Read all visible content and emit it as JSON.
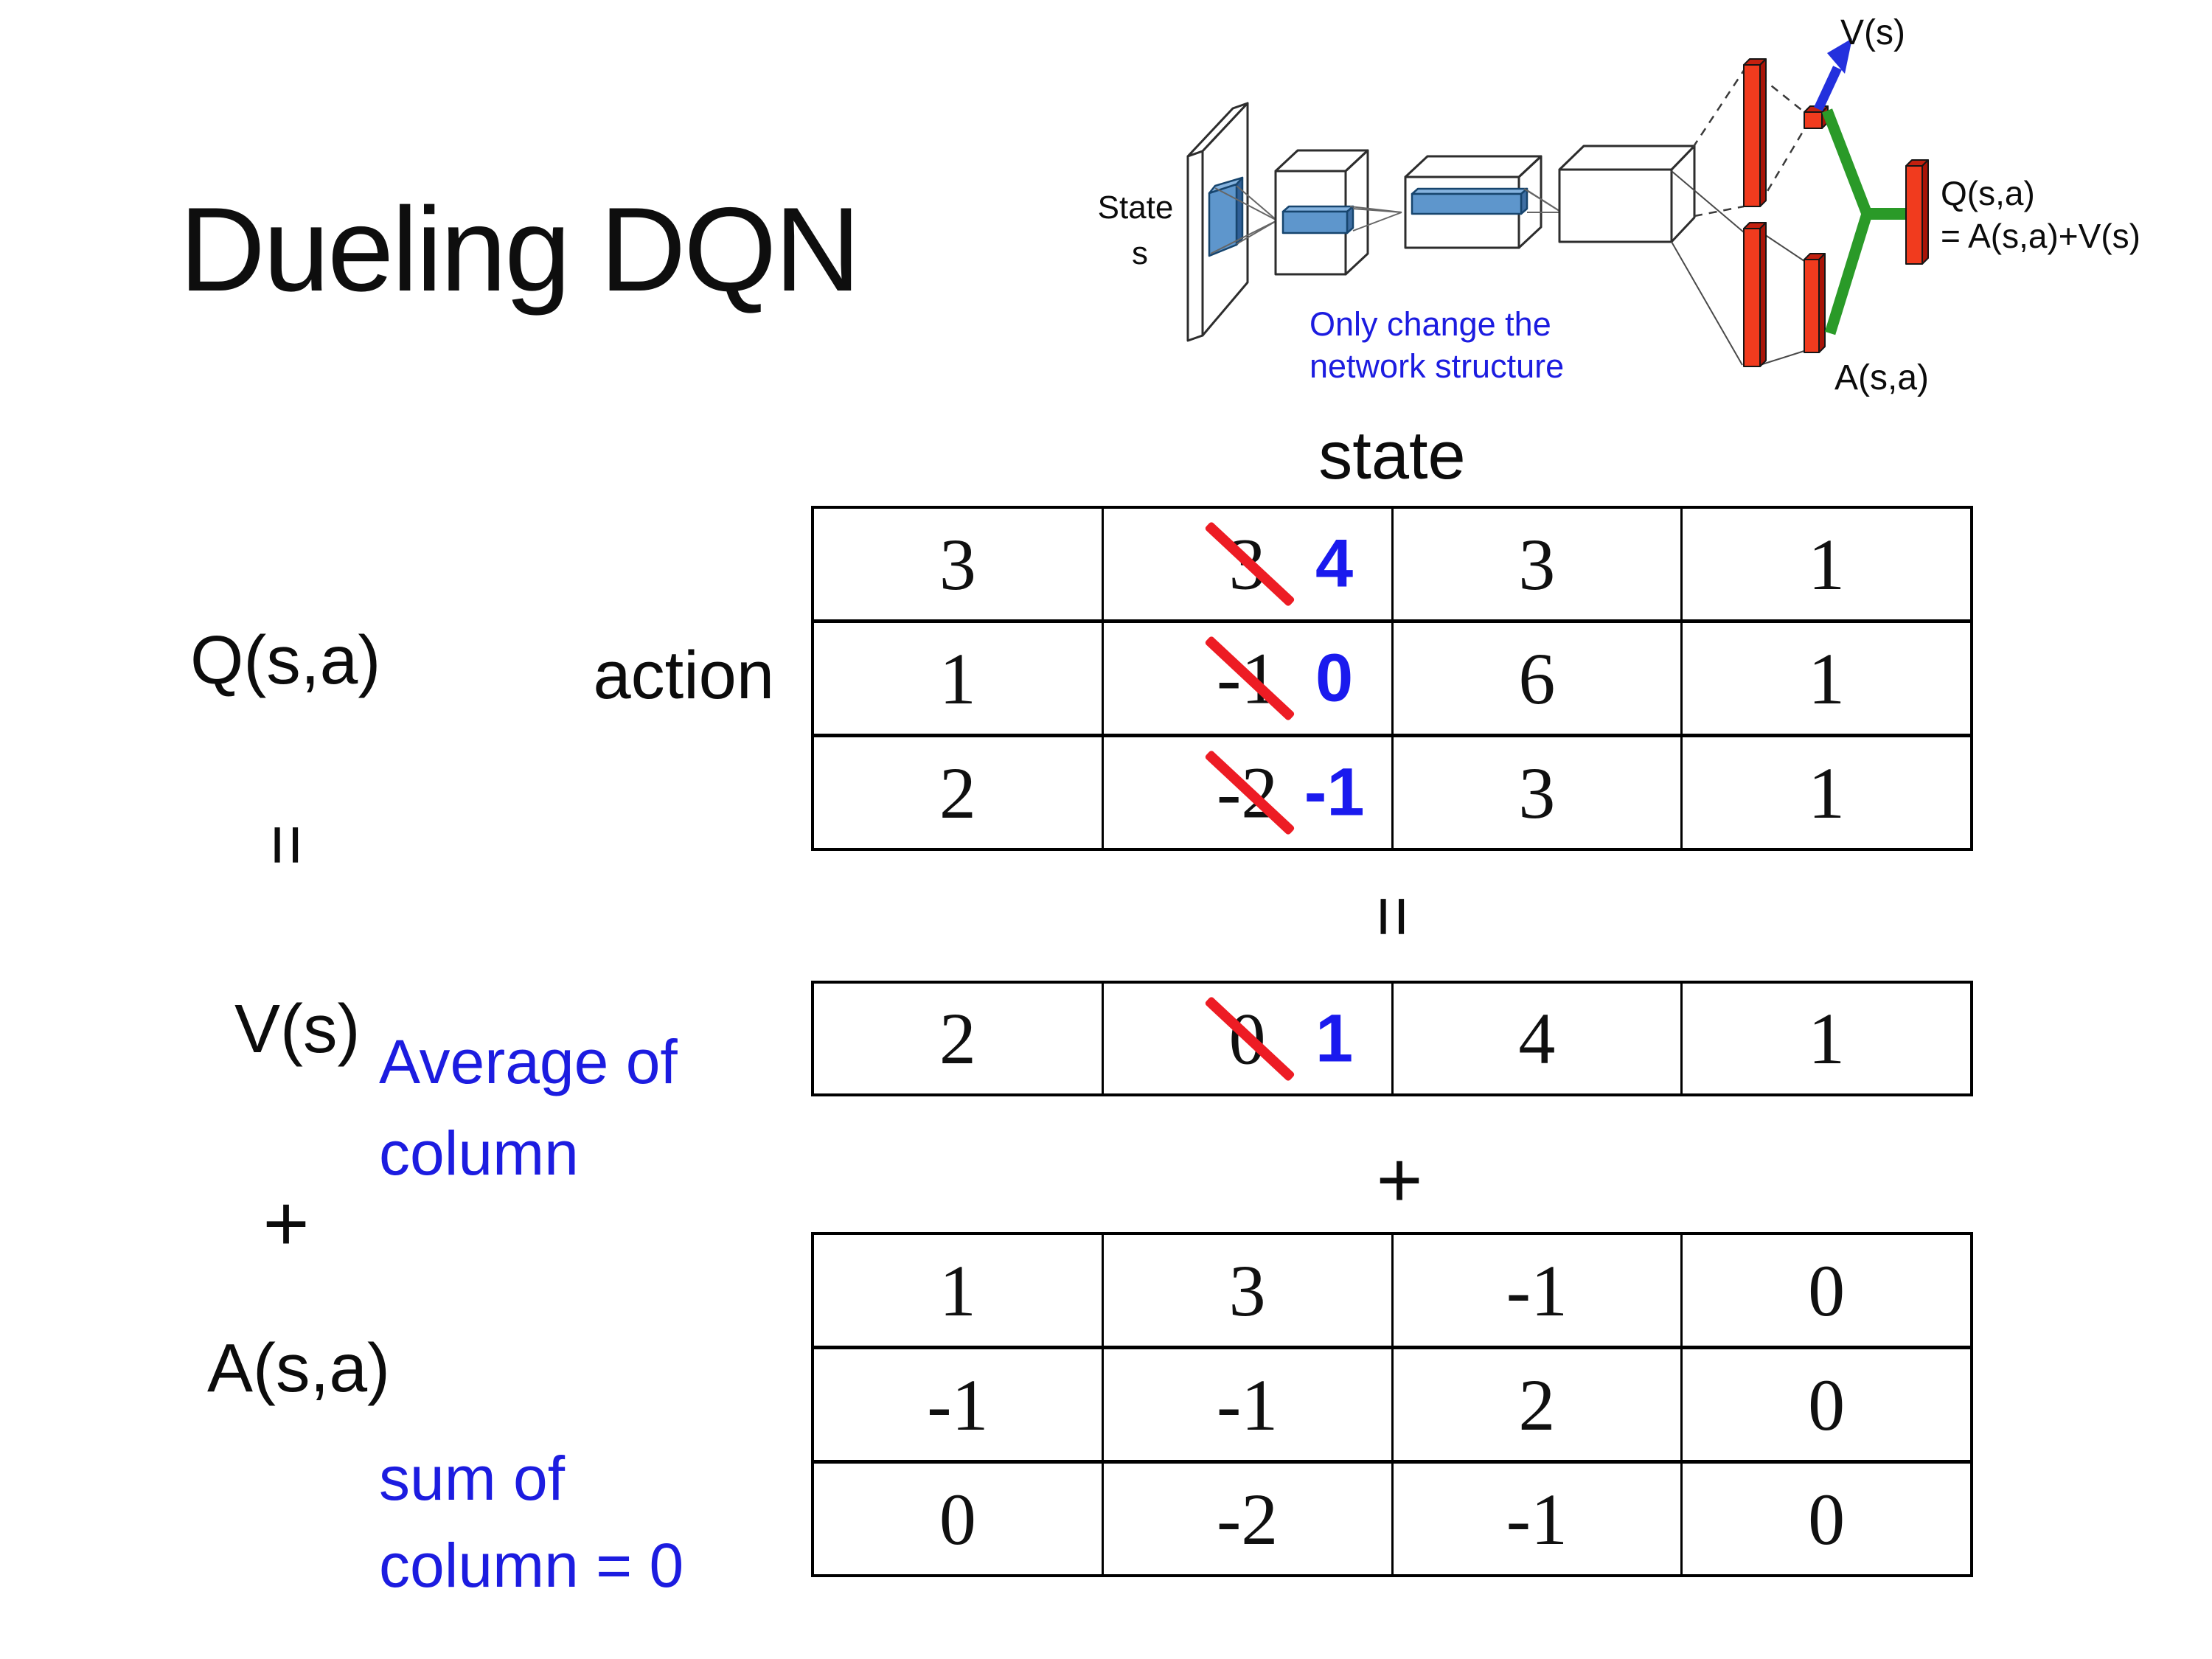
{
  "title": "Dueling DQN",
  "colors": {
    "note_blue": "#1c1ce0",
    "new_value_blue": "#1a1aee",
    "strike_red": "#ed1c24",
    "bar_red": "#f13b1e",
    "merge_green": "#2a9a28",
    "filter_blue": "#5e96cc"
  },
  "diagram": {
    "state_line1": "State",
    "state_line2": "s",
    "v_label": "V(s)",
    "q_label": "Q(s,a)",
    "q_formula": "= A(s,a)+V(s)",
    "a_label": "A(s,a)",
    "note_line1": "Only change the",
    "note_line2": "network structure"
  },
  "decomposition": {
    "state_header": "state",
    "action_label": "action",
    "q_label": "Q(s,a)",
    "equals_left": "=",
    "equals_center": "=",
    "v_label": "V(s)",
    "plus_left": "+",
    "plus_center": "+",
    "a_label": "A(s,a)",
    "avg_note_line1": "Average of",
    "avg_note_line2": "column",
    "sum_note_line1": "sum of",
    "sum_note_line2": "column = 0",
    "q_table": [
      [
        {
          "v": "3"
        },
        {
          "v": "3",
          "new": "4"
        },
        {
          "v": "3"
        },
        {
          "v": "1"
        }
      ],
      [
        {
          "v": "1"
        },
        {
          "v": "-1",
          "new": "0"
        },
        {
          "v": "6"
        },
        {
          "v": "1"
        }
      ],
      [
        {
          "v": "2"
        },
        {
          "v": "-2",
          "new": "-1"
        },
        {
          "v": "3"
        },
        {
          "v": "1"
        }
      ]
    ],
    "v_table": [
      [
        {
          "v": "2"
        },
        {
          "v": "0",
          "new": "1"
        },
        {
          "v": "4"
        },
        {
          "v": "1"
        }
      ]
    ],
    "a_table": [
      [
        {
          "v": "1"
        },
        {
          "v": "3"
        },
        {
          "v": "-1"
        },
        {
          "v": "0"
        }
      ],
      [
        {
          "v": "-1"
        },
        {
          "v": "-1"
        },
        {
          "v": "2"
        },
        {
          "v": "0"
        }
      ],
      [
        {
          "v": "0"
        },
        {
          "v": "-2"
        },
        {
          "v": "-1"
        },
        {
          "v": "0"
        }
      ]
    ]
  }
}
